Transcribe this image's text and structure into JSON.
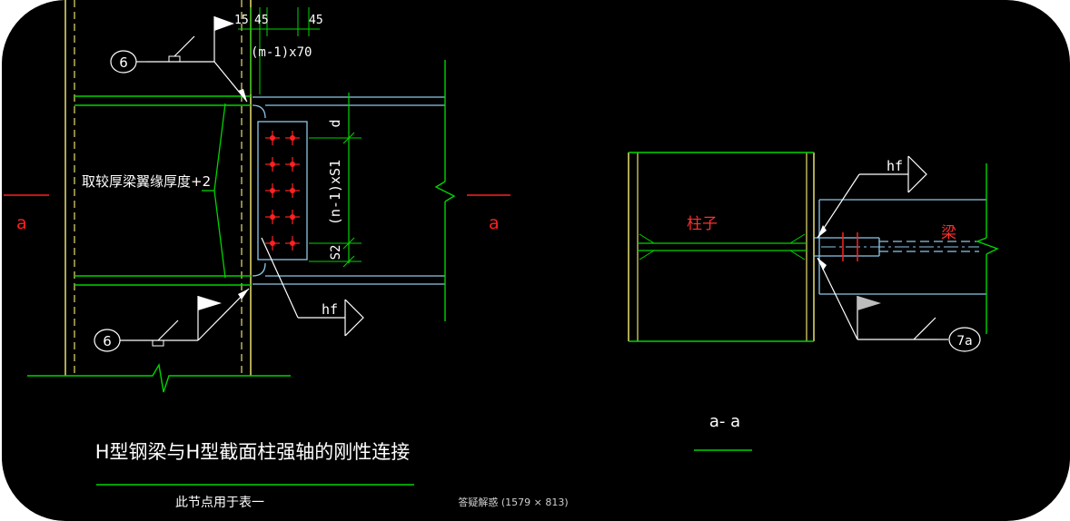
{
  "dims": {
    "d1": "15",
    "d2": "45",
    "d3": "45",
    "spacing": "(m-1)x70",
    "d": "d",
    "s1": "(n-1)xS1",
    "s2": "S2"
  },
  "weld_tags": {
    "left_top": "6",
    "left_bottom": "6",
    "right": "7a"
  },
  "weld_size": {
    "left": "hf",
    "right": "hf"
  },
  "notes": {
    "thickness": "取较厚梁翼缘厚度+2"
  },
  "section_marks": {
    "left": "a",
    "right": "a",
    "view": "a- a"
  },
  "labels": {
    "column": "柱子",
    "beam": "梁"
  },
  "title": "H型钢梁与H型截面柱强轴的刚性连接",
  "subtitle": "此节点用于表一",
  "caption": "答疑解惑 (1579 × 813)",
  "colors": {
    "background": "#000000",
    "frame": "#ffffff",
    "green": "#00d400",
    "yellow": "#e8e070",
    "cyan": "#8cc8e8",
    "red": "#ff2020",
    "white": "#ffffff"
  }
}
